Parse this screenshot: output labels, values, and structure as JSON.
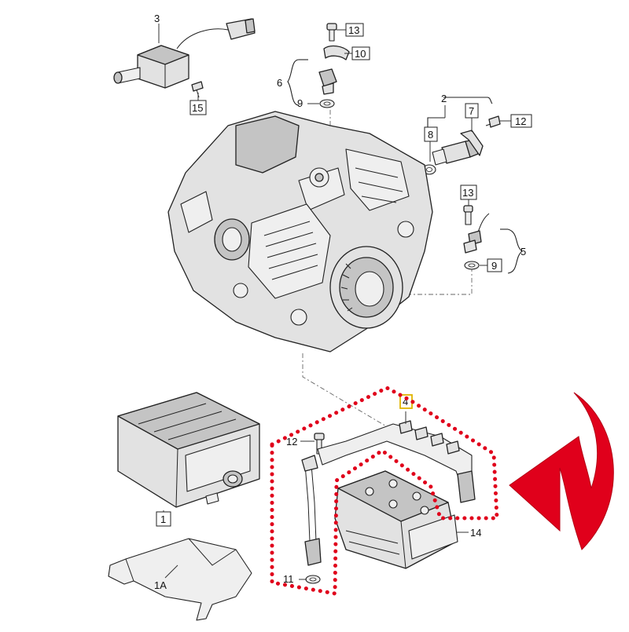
{
  "diagram": {
    "callouts": [
      {
        "id": "c3",
        "label": "3"
      },
      {
        "id": "c13a",
        "label": "13"
      },
      {
        "id": "c10",
        "label": "10"
      },
      {
        "id": "c6",
        "label": "6"
      },
      {
        "id": "c9a",
        "label": "9"
      },
      {
        "id": "c15",
        "label": "15"
      },
      {
        "id": "c2",
        "label": "2"
      },
      {
        "id": "c7",
        "label": "7"
      },
      {
        "id": "c8",
        "label": "8"
      },
      {
        "id": "c12a",
        "label": "12"
      },
      {
        "id": "c13b",
        "label": "13"
      },
      {
        "id": "c5",
        "label": "5"
      },
      {
        "id": "c9b",
        "label": "9"
      },
      {
        "id": "c4",
        "label": "4"
      },
      {
        "id": "c12b",
        "label": "12"
      },
      {
        "id": "c14",
        "label": "14"
      },
      {
        "id": "c1",
        "label": "1"
      },
      {
        "id": "c1a",
        "label": "1A"
      },
      {
        "id": "c11",
        "label": "11"
      }
    ],
    "colors": {
      "highlight_dots": "#e0001b",
      "arrow": "#e0001b",
      "callout_highlight": "#e0b400",
      "part_fill": "#e2e2e2",
      "outline": "#222222"
    }
  }
}
